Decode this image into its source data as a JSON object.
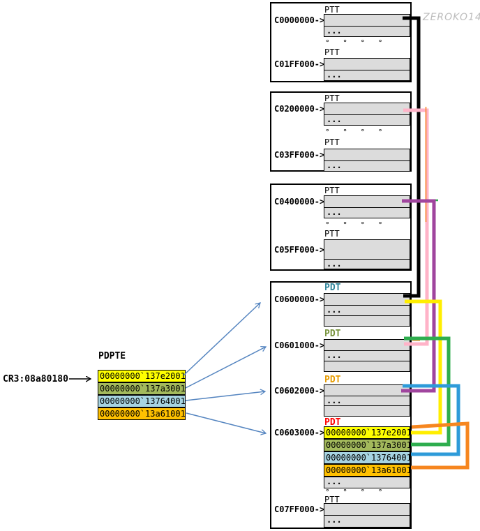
{
  "watermark": "ZEROKO14",
  "cr3_label": "CR3:08a80180",
  "pdpte": {
    "title": "PDPTE",
    "rows": [
      {
        "value": "00000000`137e2001"
      },
      {
        "value": "00000000`137a3001"
      },
      {
        "value": "00000000`13764001"
      },
      {
        "value": "00000000`13a61001"
      }
    ]
  },
  "ptt_boxes": [
    {
      "top_label": "PTT",
      "top_address": "C0000000->",
      "top_dots": "...",
      "separator": "° ° ° °",
      "bottom_label": "PTT",
      "bottom_address": "C01FF000->",
      "bottom_dots": "..."
    },
    {
      "top_label": "PTT",
      "top_address": "C0200000->",
      "top_dots": "...",
      "separator": "° ° ° °",
      "bottom_label": "PTT",
      "bottom_address": "C03FF000->",
      "bottom_dots": "..."
    },
    {
      "top_label": "PTT",
      "top_address": "C0400000->",
      "top_dots": "...",
      "separator": "° ° ° °",
      "bottom_label": "PTT",
      "bottom_address": "C05FF000->",
      "bottom_dots": "..."
    }
  ],
  "pd_box": {
    "sections": [
      {
        "label": "PDT",
        "address": "C0600000->",
        "dots": "..."
      },
      {
        "label": "PDT",
        "address": "C0601000->",
        "dots": "..."
      },
      {
        "label": "PDT",
        "address": "C0602000->",
        "dots": "..."
      },
      {
        "label": "PDT",
        "address": "C0603000->",
        "dots": "...",
        "entries": [
          {
            "value": "00000000`137e2001"
          },
          {
            "value": "00000000`137a3001"
          },
          {
            "value": "00000000`13764001"
          },
          {
            "value": "00000000`13a61001"
          }
        ]
      }
    ],
    "separator": "° ° ° °",
    "ptt_label": "PTT",
    "ptt_address": "C07FF000->",
    "ptt_dots": "..."
  },
  "colors": {
    "entry_yellow": "#FFFF00",
    "entry_olive": "#A3B95C",
    "entry_blue": "#A7D4E2",
    "entry_orange": "#FFC000",
    "pdt_label_blue": "#31859B",
    "pdt_label_green": "#77933C",
    "pdt_label_orange": "#E79C00",
    "pdt_label_red": "#FF0000",
    "row_gray": "#DCDCDC",
    "connector_black": "#000000",
    "connector_pink": "#FFB3C8",
    "connector_purple": "#A0459E",
    "connector_yellow": "#FFEE00",
    "connector_green": "#2EAD4E",
    "connector_blue": "#2E9BD9",
    "connector_orange": "#F6861F",
    "pointer_arrow_blue": "#5585C0"
  }
}
